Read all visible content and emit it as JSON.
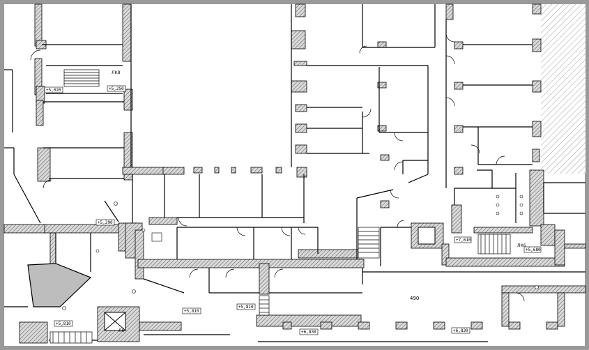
{
  "plan": {
    "room_number": "490",
    "stairs": [
      "ЛК8",
      "ЛК6",
      "Л6"
    ],
    "levels": [
      "+5,020",
      "+5,250",
      "+5,290",
      "+5,810",
      "+5,810",
      "+5,810",
      "+6,830",
      "+6,830",
      "+7,610",
      "+5,680"
    ]
  },
  "colors": {
    "frame": "#9a9a9a",
    "wall_fill": "#b5b5b5",
    "line": "#000000",
    "shaded_area": "#bdbdbd"
  }
}
